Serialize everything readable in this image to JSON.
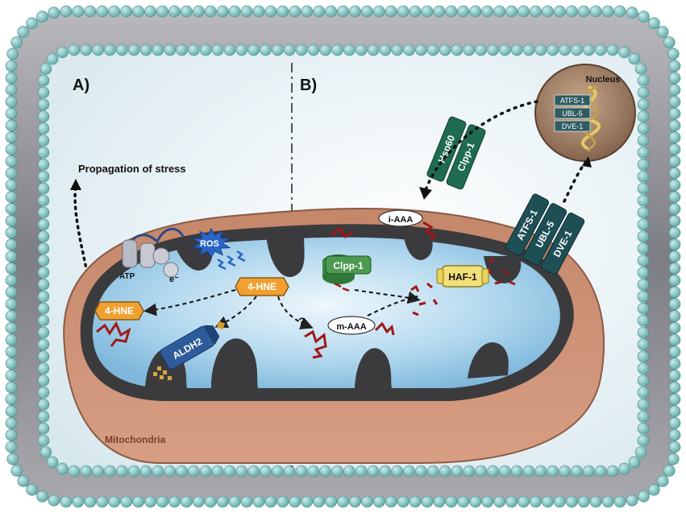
{
  "panels": {
    "a_label": "A)",
    "b_label": "B)"
  },
  "labels": {
    "propagation": "Propagation of stress",
    "nucleus": "Nucleus",
    "mitochondria": "Mitochondria",
    "atp": "ATP",
    "electron": "e⁻",
    "ros": "ROS",
    "hne_center": "4-HNE",
    "hne_left": "4-HNE",
    "aldh2": "ALDH2",
    "question": "?",
    "clpp1": "Clpp-1",
    "iaaa": "i-AAA",
    "maaa": "m-AAA",
    "haf1": "HAF-1"
  },
  "nuclear_genes": [
    "ATFS-1",
    "UBL-5",
    "DVE-1"
  ],
  "chaperones": [
    "Hsp60",
    "Clpp-1"
  ],
  "transcription_factors": [
    "ATFS-1",
    "UBL-5",
    "DVE-1"
  ],
  "colors": {
    "membrane_bead": "#7fc3c0",
    "membrane_gray": "#8e8e94",
    "cytoplasm": "#e7f1f4",
    "matrix": "#a9d4ea",
    "mito_outer": "#b47a5e",
    "cristae": "#3b3b3d",
    "hne": "#f0a030",
    "aldh2": "#2e5b9a",
    "green_box": "#1f6b52",
    "teal_box": "#1e4f55",
    "haf": "#f2e07a",
    "peptide": "#a01818",
    "ros": "#2a66c8"
  }
}
